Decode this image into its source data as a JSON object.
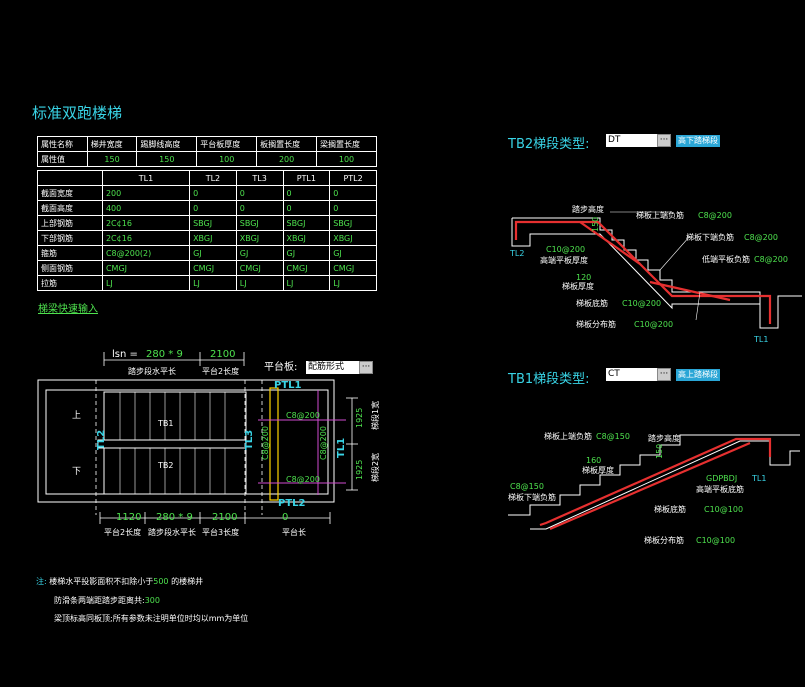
{
  "title": "标准双跑楼梯",
  "attr_table": {
    "headers": [
      "属性名称",
      "梯井宽度",
      "踢脚线高度",
      "平台板厚度",
      "板搁置长度",
      "梁搁置长度"
    ],
    "row_label": "属性值",
    "values": [
      "150",
      "150",
      "100",
      "200",
      "100"
    ]
  },
  "rebar_table": {
    "columns": [
      "TL1",
      "TL2",
      "TL3",
      "PTL1",
      "PTL2"
    ],
    "rows": [
      {
        "label": "截面宽度",
        "values": [
          "200",
          "0",
          "0",
          "0",
          "0"
        ]
      },
      {
        "label": "截面高度",
        "values": [
          "400",
          "0",
          "0",
          "0",
          "0"
        ]
      },
      {
        "label": "上部钢筋",
        "values": [
          "2C¢16",
          "SBGJ",
          "SBGJ",
          "SBGJ",
          "SBGJ"
        ]
      },
      {
        "label": "下部钢筋",
        "values": [
          "2C¢16",
          "XBGJ",
          "XBGJ",
          "XBGJ",
          "XBGJ"
        ]
      },
      {
        "label": "箍筋",
        "values": [
          "C8@200(2)",
          "GJ",
          "GJ",
          "GJ",
          "GJ"
        ]
      },
      {
        "label": "侧面钢筋",
        "values": [
          "CMGJ",
          "CMGJ",
          "CMGJ",
          "CMGJ",
          "CMGJ"
        ]
      },
      {
        "label": "拉筋",
        "values": [
          "LJ",
          "LJ",
          "LJ",
          "LJ",
          "LJ"
        ]
      }
    ]
  },
  "beam_input_link": "梯梁快速输入",
  "plan": {
    "lsn_label": "lsn =",
    "lsn_value": "280 * 9",
    "top_platform": "2100",
    "tread_length_label": "踏步段水平长",
    "platform2_label": "平台2长度",
    "platform_board_label": "平台板:",
    "platform_board_value": "配筋形式",
    "up": "上",
    "down": "下",
    "tb1": "TB1",
    "tb2": "TB2",
    "tl1": "TL1",
    "tl2": "TL2",
    "tl3": "TL3",
    "ptl1": "PTL1",
    "ptl2": "PTL2",
    "c8_200": "C8@200",
    "dim_1925_a": "1925",
    "dim_1925_b": "1925",
    "run1_width": "梯段1宽",
    "run2_width": "梯段2宽",
    "bottom_1120": "1120",
    "bottom_tread": "280 * 9",
    "bottom_2100": "2100",
    "bottom_0": "0",
    "bottom_p2": "平台2长度",
    "bottom_tread_label": "踏步段水平长",
    "bottom_p3": "平台3长度",
    "bottom_platform_len": "平台长"
  },
  "notes": {
    "prefix": "注:",
    "line1_a": "楼梯水平投影面积不扣除小于",
    "line1_num": "500",
    "line1_b": "的楼梯井",
    "line2_a": "防滑条两端距踏步距离共:",
    "line2_num": "300",
    "line3": "梁顶标高同板顶;所有参数未注明单位时均以mm为单位"
  },
  "tb2": {
    "label": "TB2梯段类型:",
    "type_value": "DT",
    "button": "高下踏梯段",
    "step_height": "踏步高度",
    "top_neg": "梯板上端负筋",
    "top_neg_val": "C8@200",
    "bottom_neg": "梯板下端负筋",
    "bottom_neg_val": "C8@200",
    "low_platform": "低端平板负筋",
    "low_platform_val": "C8@200",
    "val_150": "150",
    "c10_200_a": "C10@200",
    "high_platform": "高端平板厚度",
    "val_120": "120",
    "board_thickness": "梯板厚度",
    "bottom_bar": "梯板底筋",
    "bottom_bar_val": "C10@200",
    "dist_bar": "梯板分布筋",
    "dist_bar_val": "C10@200",
    "tl1": "TL1",
    "tl2": "TL2"
  },
  "tb1": {
    "label": "TB1梯段类型:",
    "type_value": "CT",
    "button": "高上踏梯段",
    "top_neg": "梯板上端负筋",
    "top_neg_val": "C8@150",
    "step_height": "踏步高度",
    "val_150": "150",
    "val_160": "160",
    "gdpbdj": "GDPBDJ",
    "high_platform_bottom": "高端平板底筋",
    "c8_150": "C8@150",
    "bottom_neg": "梯板下端负筋",
    "bottom_bar": "梯板底筋",
    "bottom_bar_val": "C10@100",
    "dist_bar": "梯板分布筋",
    "dist_bar_val": "C10@100",
    "tl1": "TL1"
  }
}
